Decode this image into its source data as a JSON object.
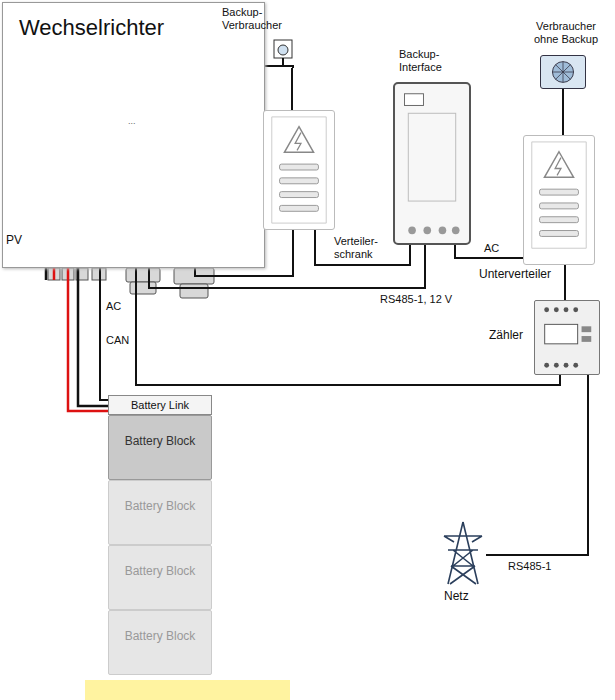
{
  "diagram": {
    "nodes": [
      {
        "text": [
          "Wechselrichter",
          "..."
        ]
      },
      {
        "text": [
          "Backup- Verbraucher"
        ]
      },
      {
        "text": [
          "Verteiler- schrank"
        ]
      },
      {
        "text": [
          "Backup- Interface"
        ]
      },
      {
        "text": [
          "Verbraucher ohne Backup"
        ]
      },
      {
        "text": [
          "Unterverteiler"
        ]
      },
      {
        "text": [
          "Zähler"
        ]
      },
      {
        "text": [
          "Netz"
        ]
      },
      {
        "text": [
          "Battery Link"
        ]
      },
      {
        "text": [
          "Battery Block"
        ]
      },
      {
        "text": [
          "Battery Block"
        ]
      },
      {
        "text": [
          "Battery Block"
        ]
      },
      {
        "text": [
          "Battery Block"
        ]
      }
    ],
    "edges": [
      {
        "from": 1,
        "to": 2,
        "arrow": "none"
      },
      {
        "from": 0,
        "to": 2,
        "arrow": "none"
      },
      {
        "from": 2,
        "to": 3,
        "arrow": "none"
      },
      {
        "from": 4,
        "to": 5,
        "arrow": "none"
      },
      {
        "from": 3,
        "to": 5,
        "label": "AC",
        "arrow": "none"
      },
      {
        "from": 0,
        "to": 3,
        "label": "RS485-1, 12 V",
        "arrow": "none"
      },
      {
        "from": 5,
        "to": 6,
        "arrow": "none"
      },
      {
        "from": 0,
        "to": 6,
        "label": "RS485-1",
        "arrow": "none"
      },
      {
        "from": 6,
        "to": 7,
        "label": "AC",
        "arrow": "none"
      },
      {
        "from": 0,
        "to": 8,
        "label": "CAN",
        "arrow": "none"
      },
      {
        "from": 0,
        "to": 8,
        "arrow": "none"
      },
      {
        "from": 0,
        "to": 8,
        "arrow": "none"
      }
    ],
    "labels": [
      "PV"
    ]
  }
}
